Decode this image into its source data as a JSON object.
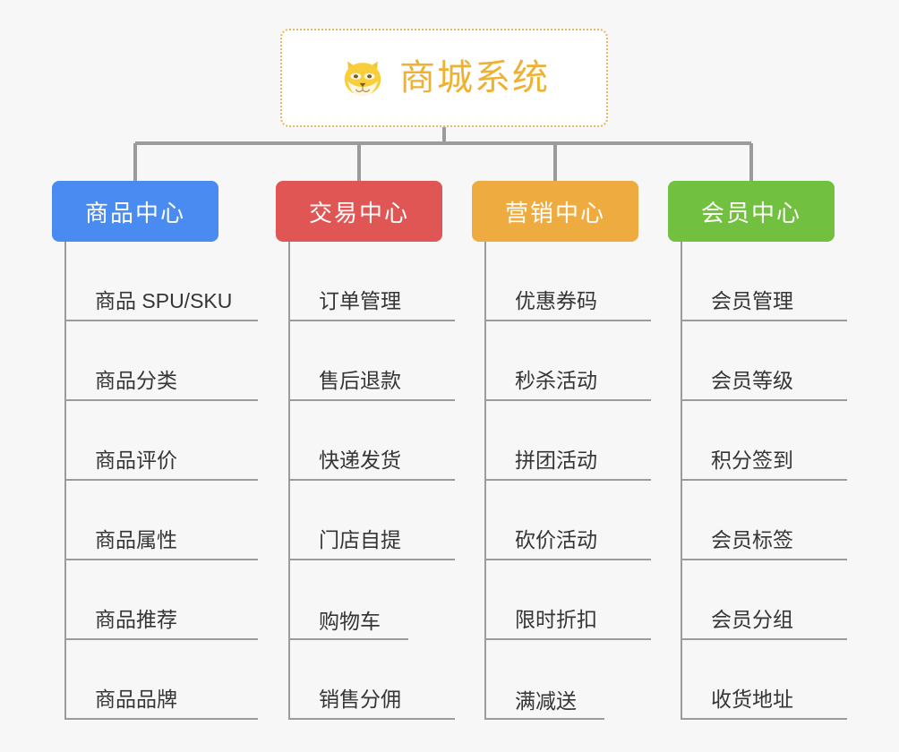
{
  "diagram": {
    "type": "mindmap",
    "background_color": "#f7f7f7",
    "root": {
      "title": "商城系统",
      "icon": "shiba-dog-face-emoji",
      "text_color": "#efb134",
      "border_color": "#e8b562",
      "background_color": "#ffffff"
    },
    "connector_color": "#9b9b9b",
    "branches": [
      {
        "title": "商品中心",
        "color": "#4a8bf2",
        "items": [
          {
            "label": "商品 SPU/SKU",
            "underline": "full"
          },
          {
            "label": "商品分类",
            "underline": "full"
          },
          {
            "label": "商品评价",
            "underline": "full"
          },
          {
            "label": "商品属性",
            "underline": "full"
          },
          {
            "label": "商品推荐",
            "underline": "full"
          },
          {
            "label": "商品品牌",
            "underline": "full"
          }
        ]
      },
      {
        "title": "交易中心",
        "color": "#e05654",
        "items": [
          {
            "label": "订单管理",
            "underline": "full"
          },
          {
            "label": "售后退款",
            "underline": "full"
          },
          {
            "label": "快递发货",
            "underline": "full"
          },
          {
            "label": "门店自提",
            "underline": "full"
          },
          {
            "label": "购物车",
            "underline": "short"
          },
          {
            "label": "销售分佣",
            "underline": "full"
          }
        ]
      },
      {
        "title": "营销中心",
        "color": "#eeac40",
        "items": [
          {
            "label": "优惠券码",
            "underline": "full"
          },
          {
            "label": "秒杀活动",
            "underline": "full"
          },
          {
            "label": "拼团活动",
            "underline": "full"
          },
          {
            "label": "砍价活动",
            "underline": "full"
          },
          {
            "label": "限时折扣",
            "underline": "full"
          },
          {
            "label": "满减送",
            "underline": "short"
          }
        ]
      },
      {
        "title": "会员中心",
        "color": "#72c040",
        "items": [
          {
            "label": "会员管理",
            "underline": "full"
          },
          {
            "label": "会员等级",
            "underline": "full"
          },
          {
            "label": "积分签到",
            "underline": "full"
          },
          {
            "label": "会员标签",
            "underline": "full"
          },
          {
            "label": "会员分组",
            "underline": "full"
          },
          {
            "label": "收货地址",
            "underline": "full"
          }
        ]
      }
    ]
  }
}
